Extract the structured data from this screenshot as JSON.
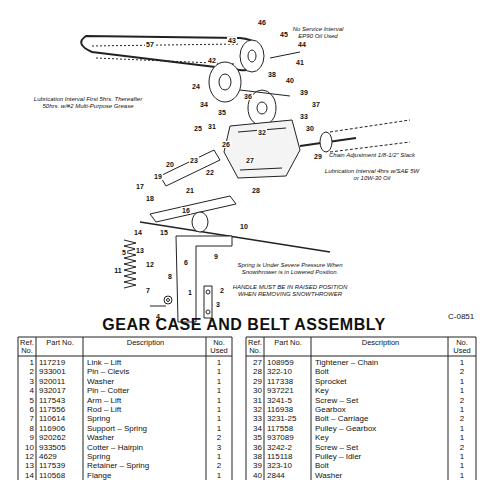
{
  "diagram": {
    "title": "GEAR CASE AND BELT ASSEMBLY",
    "labels": [
      "No Service Interval EP90 Oil Used",
      "Lubrication Interval First 5hrs. Thereafter 50hrs. w/#2 Multi-Purpose Grease",
      "Chain Adjustment 1/8-1/2\" Slack",
      "Lubrication Interval 4hrs w/SAE 5W or 10W-30 Oil",
      "Spring is Under Severe Pressure When Snowthrower is in Lowered Position.",
      "HANDLE MUST BE IN RAISED POSITION WHEN REMOVING SNOWTHROWER",
      "C-0851",
      "57",
      "46",
      "45",
      "44",
      "43",
      "42",
      "41",
      "40",
      "39",
      "38",
      "37",
      "36",
      "35",
      "34",
      "33",
      "32",
      "31",
      "30",
      "29",
      "28",
      "27",
      "26",
      "25",
      "24",
      "23",
      "22",
      "21",
      "20",
      "19",
      "18",
      "17",
      "16",
      "15",
      "14",
      "13",
      "12",
      "11",
      "10",
      "9",
      "8",
      "7",
      "6",
      "5",
      "4",
      "3",
      "2",
      "1",
      "Ref. No.",
      "Part No.",
      "Description",
      "No. Used",
      "Ref. No.",
      "Part No.",
      "Description",
      "No. Used",
      "1",
      "117219",
      "Link – Lift",
      "1",
      "27",
      "108959",
      "Tightener – Chain",
      "1",
      "2",
      "933001",
      "Pin – Clevis",
      "1",
      "28",
      "322-10",
      "Bolt",
      "2",
      "3",
      "920011",
      "Washer",
      "1",
      "29",
      "117338",
      "Sprocket",
      "1",
      "4",
      "932017",
      "Pin – Cotter",
      "1",
      "30",
      "937221",
      "Key",
      "1",
      "5",
      "117543",
      "Arm – Lift",
      "1",
      "31",
      "3241-5",
      "Screw – Set",
      "2",
      "6",
      "117556",
      "Rod – Lift",
      "1",
      "32",
      "116938",
      "Gearbox",
      "1",
      "7",
      "110614",
      "Spring",
      "1",
      "33",
      "3231-25",
      "Bolt – Carriage",
      "2",
      "8",
      "116906",
      "Support – Spring",
      "1",
      "34",
      "117558",
      "Pulley – Gearbox",
      "1",
      "9",
      "920262",
      "Washer",
      "2",
      "35",
      "937089",
      "Key",
      "1",
      "10",
      "933505",
      "Cotter – Hairpin",
      "3",
      "36",
      "3242-2",
      "Screw – Set",
      "2",
      "12",
      "4629",
      "Spring",
      "1",
      "38",
      "115118",
      "Pulley – Idler",
      "1",
      "13",
      "117539",
      "Retainer – Spring",
      "2",
      "39",
      "323-10",
      "Bolt",
      "1",
      "14",
      "110568",
      "Flange",
      "1",
      "40",
      "2844",
      "Washer",
      "1"
    ]
  }
}
